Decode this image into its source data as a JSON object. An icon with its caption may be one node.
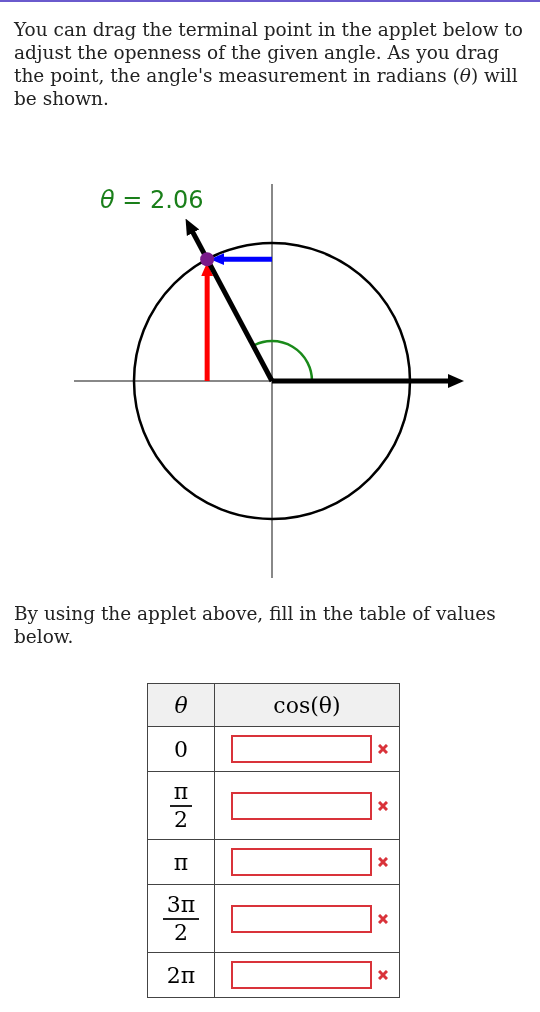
{
  "diagram": {
    "labels": [
      "You can drag the terminal point in the applet below to adjust the openness of the given angle. As you drag the point, the angle's measurement in radians (*θ*) will be shown.",
      "*θ* = 2.06",
      "By using the applet above, fill in the table of values below.",
      "θ",
      "cos(θ)",
      "0",
      "π",
      "2",
      "π",
      "3π",
      "2",
      "2π"
    ]
  }
}
